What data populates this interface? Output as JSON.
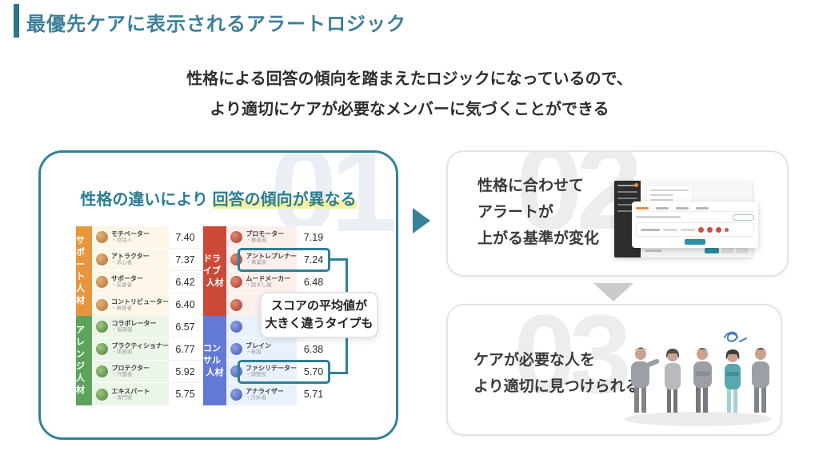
{
  "header": {
    "title": "最優先ケアに表示されるアラートロジック"
  },
  "intro": {
    "line1": "性格による回答の傾向を踏まえたロジックになっているので、",
    "line2": "より適切にケアが必要なメンバーに気づくことができる"
  },
  "colors": {
    "accent_teal": "#2e8096",
    "title_teal": "#3d7f99",
    "highlight_yellow": "#f8f2a0",
    "group_support": "#e8963e",
    "group_drive": "#cb4a37",
    "group_arrange": "#5ea35c",
    "group_consult": "#6478d6",
    "alert_red": "#c94f44",
    "arrow_gray": "#cbcbcb"
  },
  "step1": {
    "number": "01",
    "heading": {
      "plain": "性格の違いにより ",
      "highlight": "回答の傾向が異なる"
    },
    "callout": {
      "line1": "スコアの平均値が",
      "line2": "大きく違うタイプも"
    },
    "groups": [
      {
        "label_top": "サポート",
        "label_bottom": "人材",
        "rows": [
          {
            "name": "モチベーター",
            "subtitle": "・世話人",
            "score": "7.40"
          },
          {
            "name": "アトラクター",
            "subtitle": "・求心者",
            "score": "7.37"
          },
          {
            "name": "サポーター",
            "subtitle": "・支援者",
            "score": "6.42"
          },
          {
            "name": "コントリビューター",
            "subtitle": "・貢献者",
            "score": "6.40"
          }
        ]
      },
      {
        "label_top": "ドライブ",
        "label_bottom": "人材",
        "rows": [
          {
            "name": "プロモーター",
            "subtitle": "・推進者",
            "score": "7.19"
          },
          {
            "name": "アントレプレナー",
            "subtitle": "・事業家",
            "score": "7.24"
          },
          {
            "name": "ムードメーカー",
            "subtitle": "・励まし屋",
            "score": "6.48"
          },
          {
            "name": "",
            "subtitle": "",
            "score": ""
          }
        ]
      },
      {
        "label_top": "アレンジ",
        "label_bottom": "人材",
        "rows": [
          {
            "name": "コラボレーター",
            "subtitle": "・協調者",
            "score": "6.57"
          },
          {
            "name": "プラクティショナー",
            "subtitle": "・実務家",
            "score": "6.77"
          },
          {
            "name": "プロテクター",
            "subtitle": "・守護者",
            "score": "5.92"
          },
          {
            "name": "エキスパート",
            "subtitle": "・専門家",
            "score": "5.75"
          }
        ]
      },
      {
        "label_top": "コンサル",
        "label_bottom": "人材",
        "rows": [
          {
            "name": "",
            "subtitle": "",
            "score": ""
          },
          {
            "name": "ブレイン",
            "subtitle": "・参謀",
            "score": "6.38"
          },
          {
            "name": "ファシリテーター",
            "subtitle": "・調整役",
            "score": "5.70"
          },
          {
            "name": "アナライザー",
            "subtitle": "・分析者",
            "score": "5.71"
          }
        ]
      }
    ]
  },
  "step2": {
    "number": "02",
    "lines": [
      "性格に合わせて",
      "アラートが",
      "上がる基準が変化"
    ]
  },
  "step3": {
    "number": "03",
    "lines": [
      "ケアが必要な人を",
      "より適切に見つけられる"
    ]
  }
}
